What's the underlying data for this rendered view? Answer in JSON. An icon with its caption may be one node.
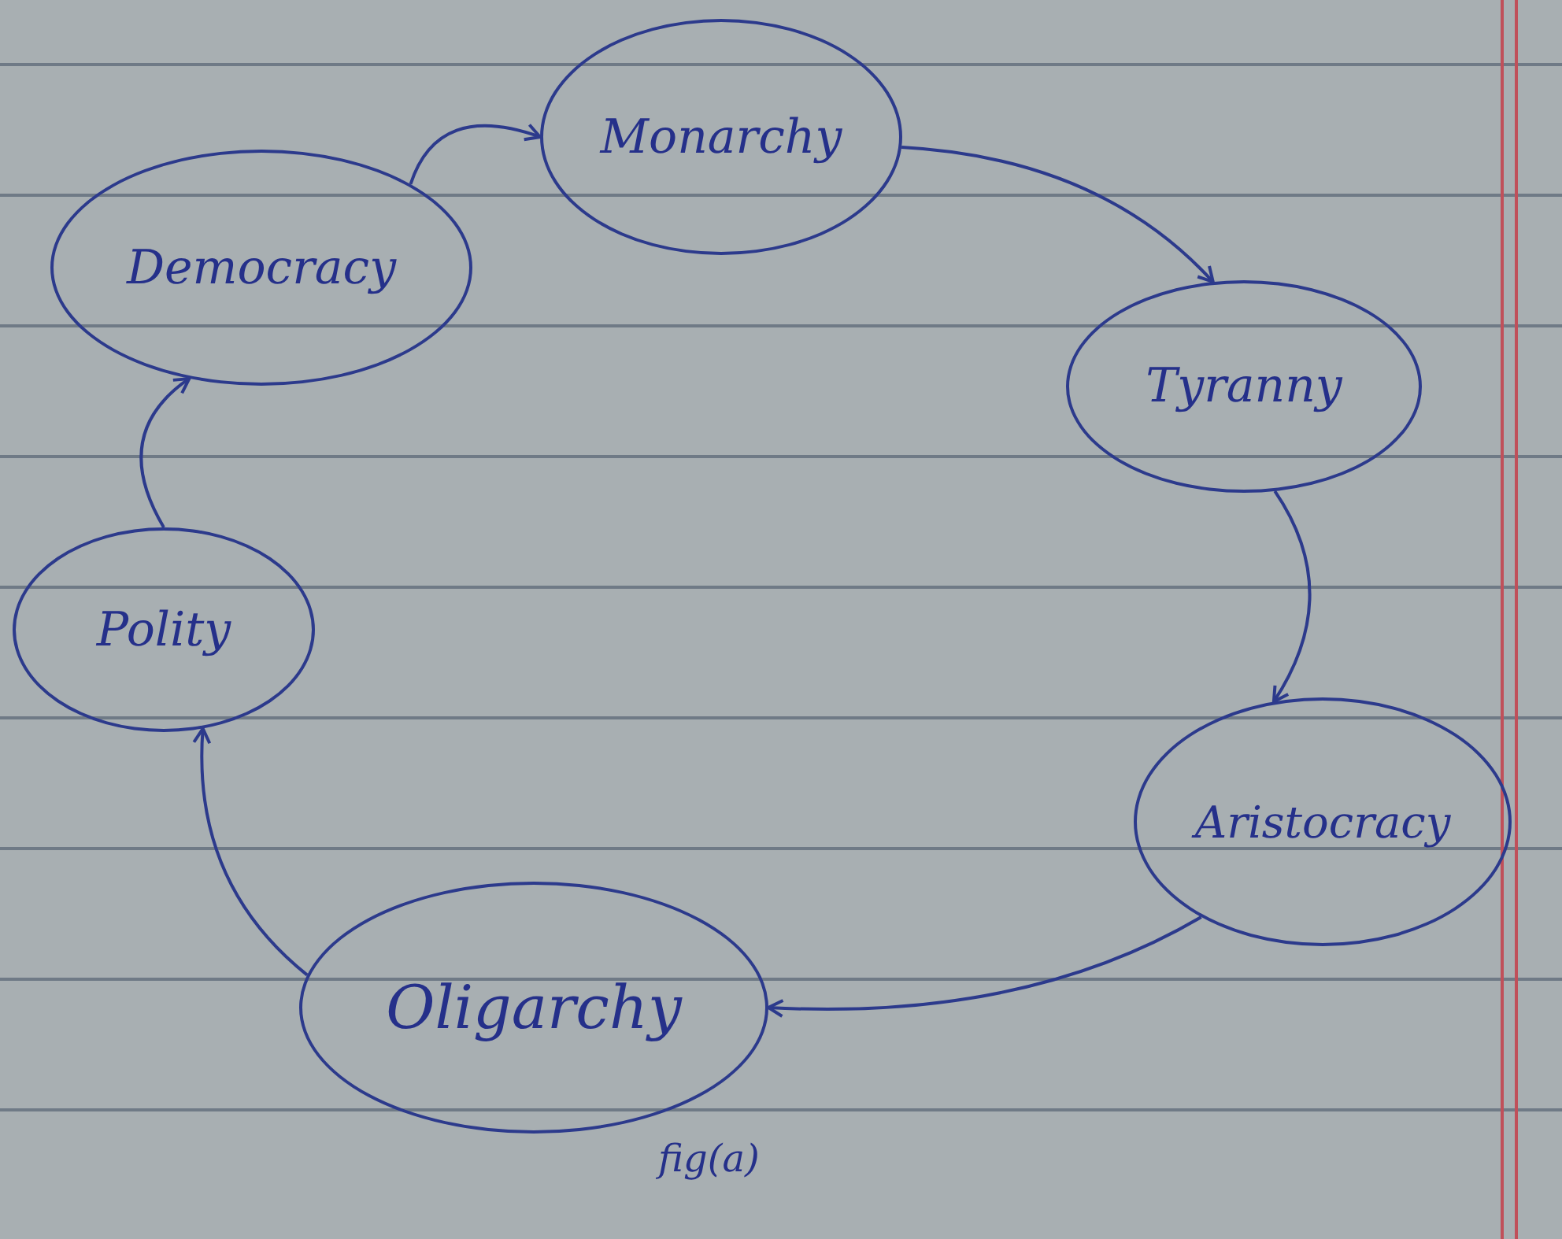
{
  "diagram": {
    "caption": "fig(a)",
    "nodes": [
      {
        "text": [
          "Monarchy"
        ]
      },
      {
        "text": [
          "Tyranny"
        ]
      },
      {
        "text": [
          "Aristocracy"
        ]
      },
      {
        "text": [
          "Oligarchy"
        ]
      },
      {
        "text": [
          "Polity"
        ]
      },
      {
        "text": [
          "Democracy"
        ]
      }
    ],
    "edges": [
      {
        "from": 0,
        "to": 1,
        "arrow": "to"
      },
      {
        "from": 1,
        "to": 2,
        "arrow": "to"
      },
      {
        "from": 2,
        "to": 3,
        "arrow": "to"
      },
      {
        "from": 3,
        "to": 4,
        "arrow": "to"
      },
      {
        "from": 4,
        "to": 5,
        "arrow": "to"
      },
      {
        "from": 5,
        "to": 0,
        "arrow": "to"
      }
    ]
  }
}
